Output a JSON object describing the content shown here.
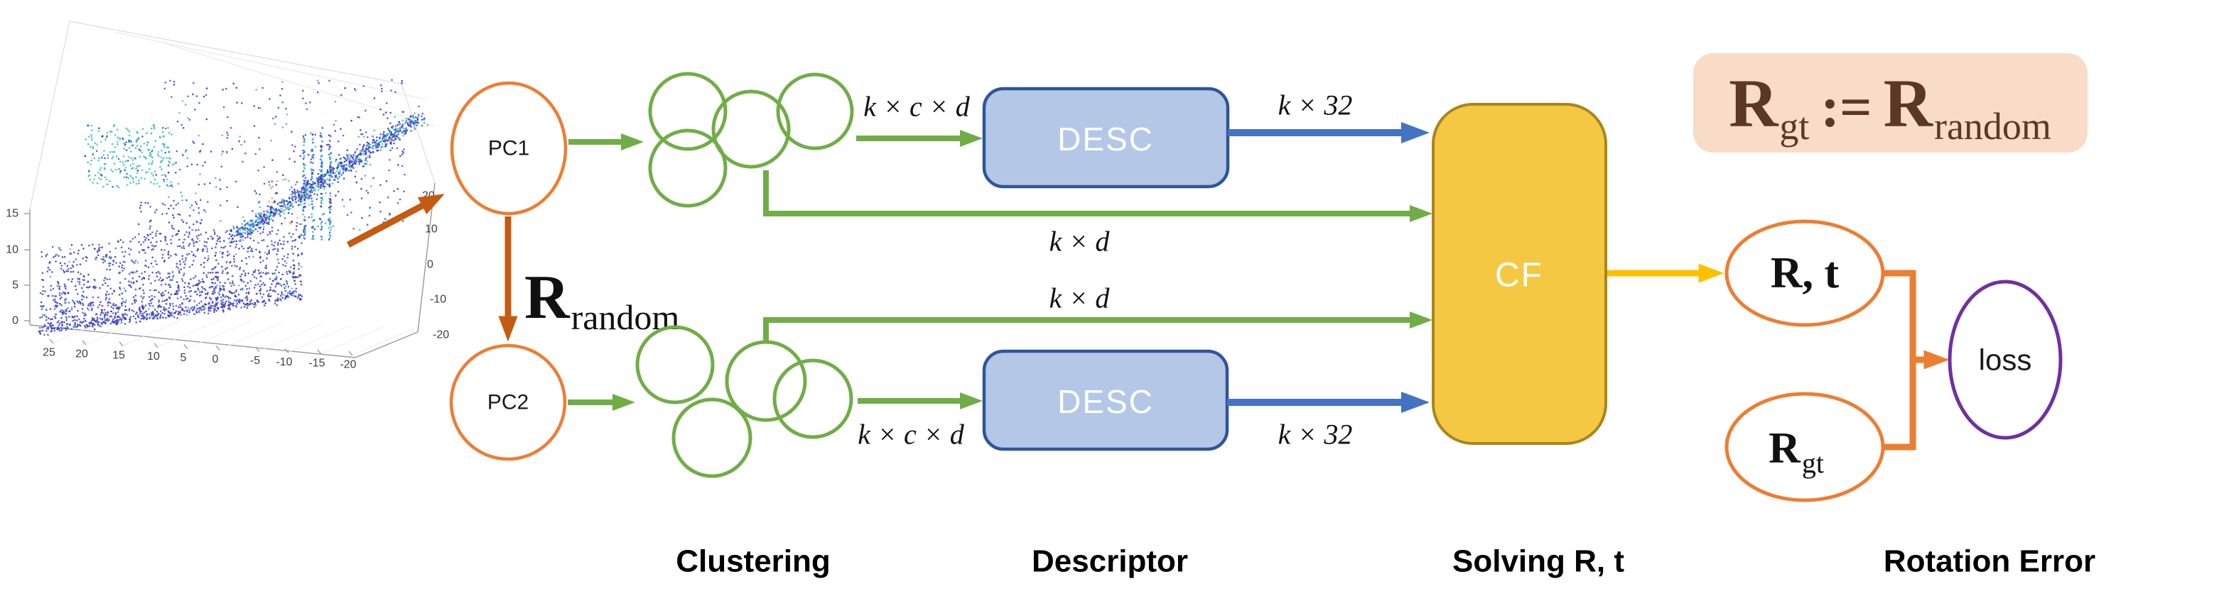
{
  "figure": {
    "stages": {
      "clustering": "Clustering",
      "descriptor": "Descriptor",
      "solving": "Solving R, t",
      "rotation_error": "Rotation Error"
    },
    "nodes": {
      "pc1": "PC1",
      "pc2": "PC2",
      "desc_top": "DESC",
      "desc_bottom": "DESC",
      "cf": "CF",
      "loss": "loss",
      "rt": "R, t",
      "rgt_main": "R",
      "rgt_sub": "gt"
    },
    "labels": {
      "rrandom_main": "R",
      "rrandom_sub": "random",
      "kcd_top": "k × c × d",
      "kcd_bottom": "k × c × d",
      "k32_top": "k × 32",
      "k32_bottom": "k × 32",
      "kd_top": "k × d",
      "kd_bottom": "k × d"
    },
    "equation": {
      "lhs_main": "R",
      "lhs_sub": "gt",
      "op": ":=",
      "rhs_main": "R",
      "rhs_sub": "random"
    },
    "colors": {
      "orange": "#ED7D31",
      "dark_orange": "#C55A11",
      "green": "#70AD47",
      "blue": "#4472C4",
      "desc_fill": "#B4C7E7",
      "desc_border": "#2F5597",
      "cf_fill": "#F5C843",
      "cf_border": "#A9861B",
      "gold_arrow": "#FFC000",
      "peach_box": "#F8DCC8",
      "equation_text": "#5A3825",
      "purple": "#7030A0"
    },
    "pointcloud_plot": {
      "x_ticks": [
        25,
        20,
        15,
        10,
        5,
        0,
        -5,
        -10,
        -15,
        -20
      ],
      "z_ticks": [
        15,
        10,
        5,
        0
      ],
      "depth_ticks": [
        20,
        10,
        0,
        -10,
        -20
      ]
    }
  }
}
